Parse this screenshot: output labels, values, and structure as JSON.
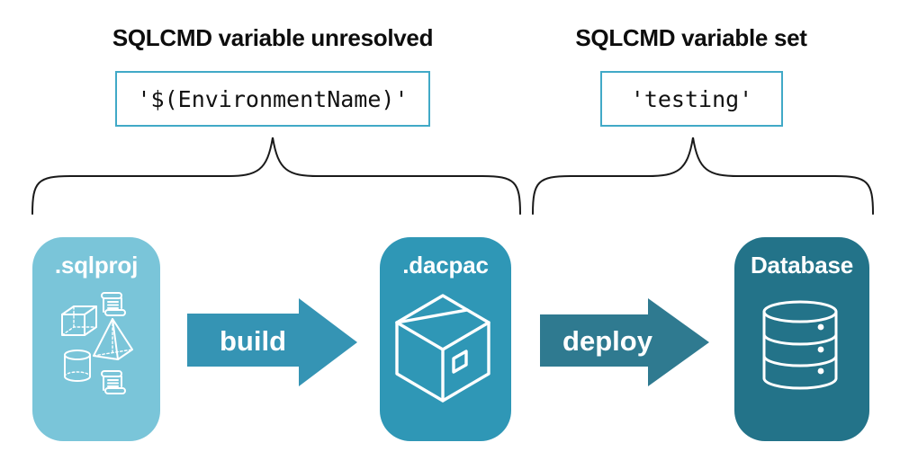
{
  "annotations": {
    "left": {
      "heading": "SQLCMD variable unresolved",
      "code": "'$(EnvironmentName)'"
    },
    "right": {
      "heading": "SQLCMD variable set",
      "code": "'testing'"
    }
  },
  "pipeline": {
    "nodes": [
      {
        "label": ".sqlproj",
        "icon": "sql-objects-icon"
      },
      {
        "label": ".dacpac",
        "icon": "package-icon"
      },
      {
        "label": "Database",
        "icon": "database-cylinder-icon"
      }
    ],
    "arrows": [
      {
        "label": "build"
      },
      {
        "label": "deploy"
      }
    ]
  },
  "icons": {
    "sqlproj": [
      "scroll-icon",
      "cube-icon",
      "pyramid-icon",
      "cylinder-icon",
      "scroll-icon"
    ],
    "dacpac": "package-icon",
    "database": "database-cylinder-icon"
  },
  "colors": {
    "sqlproj-bg": "#7AC5D9",
    "dacpac-bg": "#2F97B6",
    "database-bg": "#237389",
    "build-arrow": "#3594B4",
    "deploy-arrow": "#2F7A90",
    "code-border": "#41A9C7",
    "brace-stroke": "#1A1A1A",
    "heading-text": "#0D0D0D",
    "code-text": "#111111",
    "node-text": "#FFFFFF",
    "background": "#FFFFFF"
  }
}
